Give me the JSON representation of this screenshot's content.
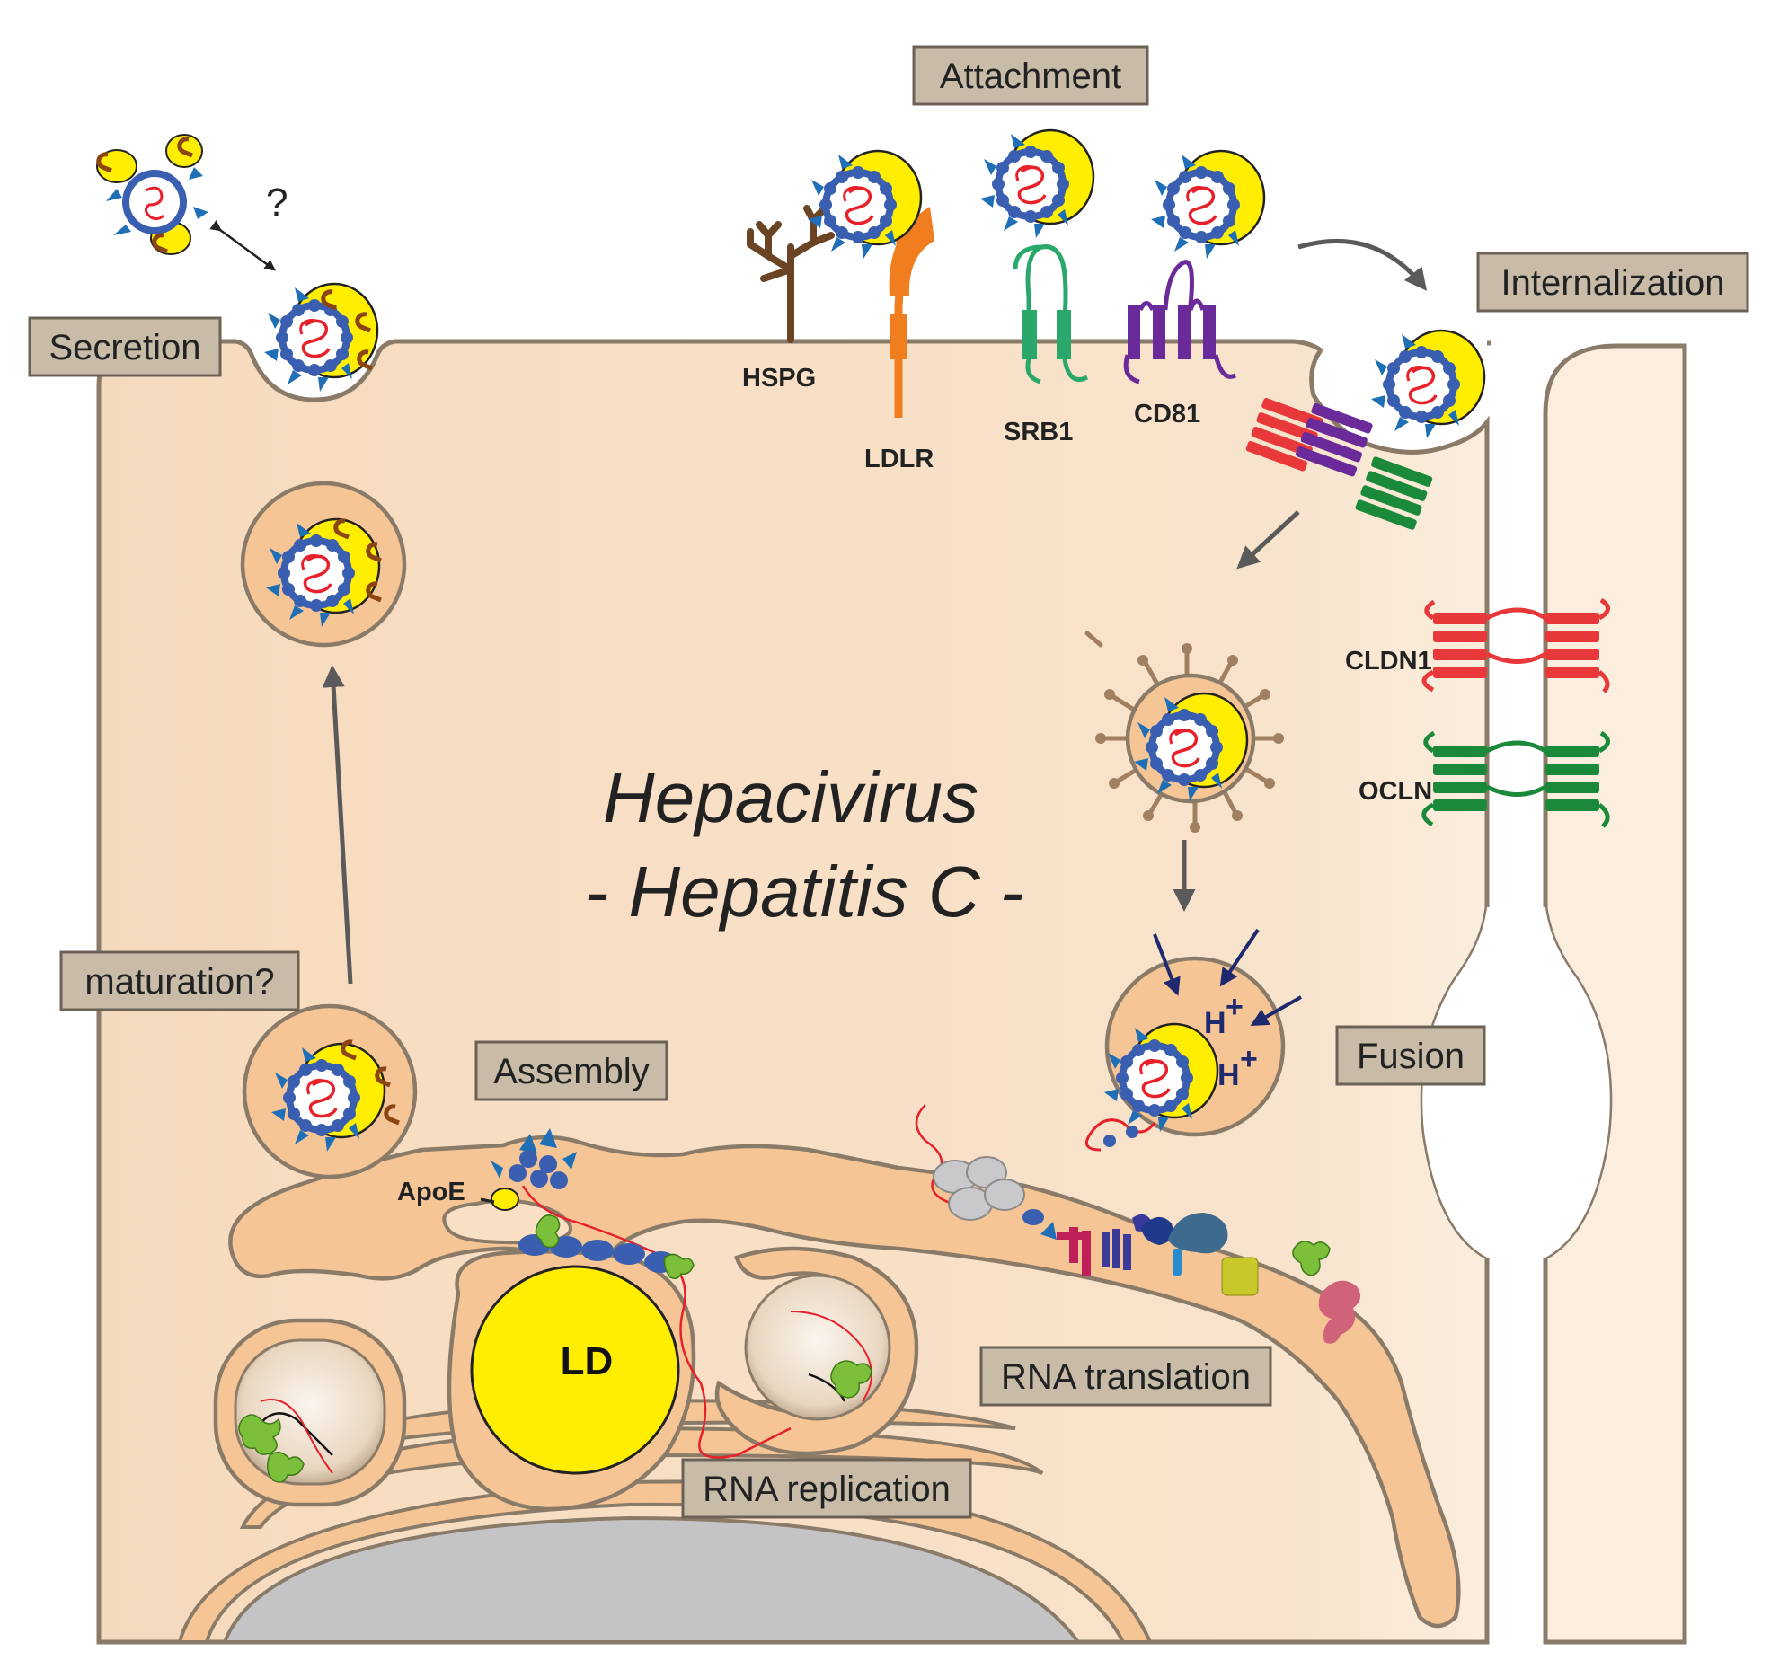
{
  "title": {
    "line1": "Hepacivirus",
    "line2": "- Hepatitis C -"
  },
  "stages": {
    "attachment": "Attachment",
    "internalization": "Internalization",
    "secretion": "Secretion",
    "maturation": "maturation?",
    "assembly": "Assembly",
    "fusion": "Fusion",
    "rna_translation": "RNA translation",
    "rna_replication": "RNA replication"
  },
  "proteins": {
    "hspg": "HSPG",
    "ldlr": "LDLR",
    "srb1": "SRB1",
    "cd81": "CD81",
    "cldn1": "CLDN1",
    "ocln": "OCLN",
    "apoe": "ApoE",
    "ld": "LD"
  },
  "symbols": {
    "question": "?",
    "proton": "H"
  },
  "colors": {
    "cytoplasm": "#f9e0c4",
    "er": "#f6c596",
    "membrane": "#8a7a68",
    "lipoprotein": "#ffee00",
    "capsid": "#3a5fb0",
    "rna": "#e8202a",
    "envelope": "#1e6fb5",
    "hspg": "#6b4424",
    "ldlr": "#f07d1e",
    "srb1": "#2aa86c",
    "cd81": "#6a2a9a",
    "cldn1": "#e8383a",
    "ocln": "#1a8a3a",
    "label_box": "#c8bba8"
  }
}
